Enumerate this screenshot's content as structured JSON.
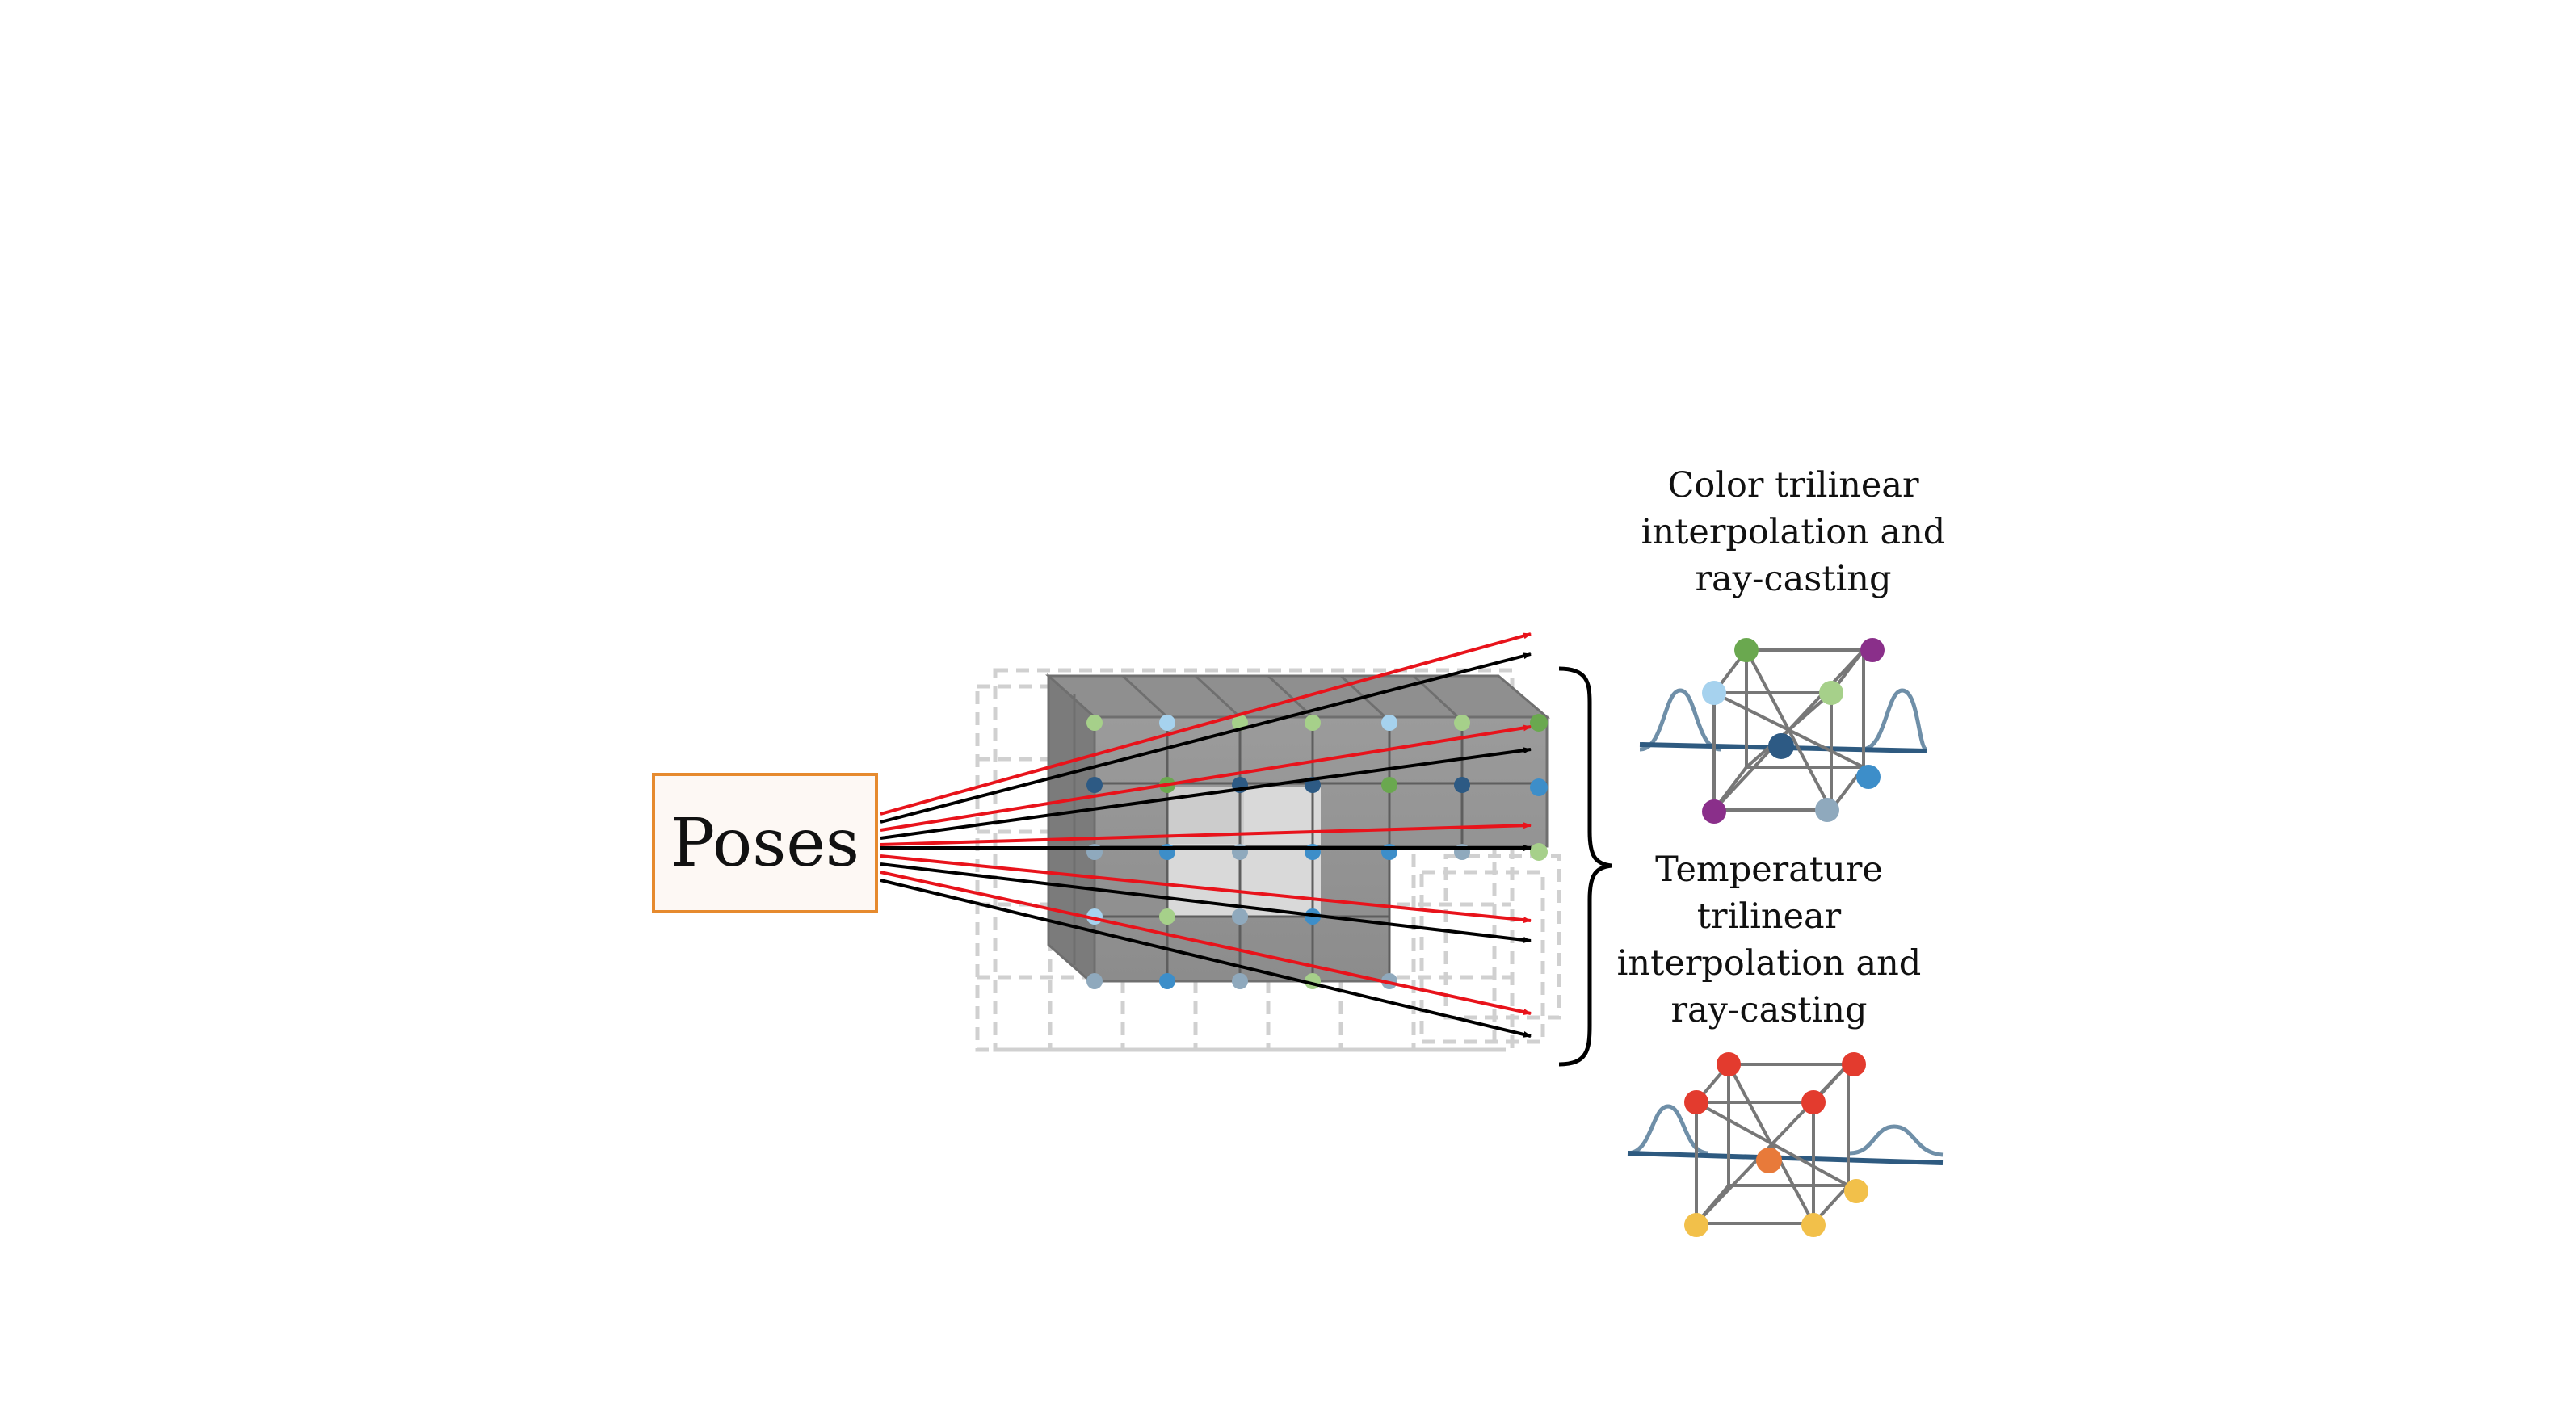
{
  "input_node": {
    "label": "Poses"
  },
  "captions": {
    "color": "Color trilinear\ninterpolation and\nray-casting",
    "temperature": "Temperature\ntrilinear\ninterpolation and\nray-casting"
  },
  "colors": {
    "pose_border": "#e68a2e",
    "ray_red": "#e8131b",
    "ray_black": "#000000",
    "voxel_grid": "#a9a9a9",
    "ghost_grid": "#cfcfcf",
    "curve": "#6f8fa8",
    "axis": "#2e5a80",
    "color_node_palette": [
      "#6aa84f",
      "#a6d08a",
      "#a6d2ee",
      "#2d5a84",
      "#3d8ec9",
      "#8fa9bd",
      "#8a2f8a"
    ],
    "temp_node_palette": [
      "#e33b2e",
      "#e87a3a",
      "#f2c04a"
    ]
  },
  "icons": [
    "voxel-grid-icon",
    "ray-arrow-icon",
    "trilinear-cube-icon",
    "curly-brace-icon"
  ]
}
